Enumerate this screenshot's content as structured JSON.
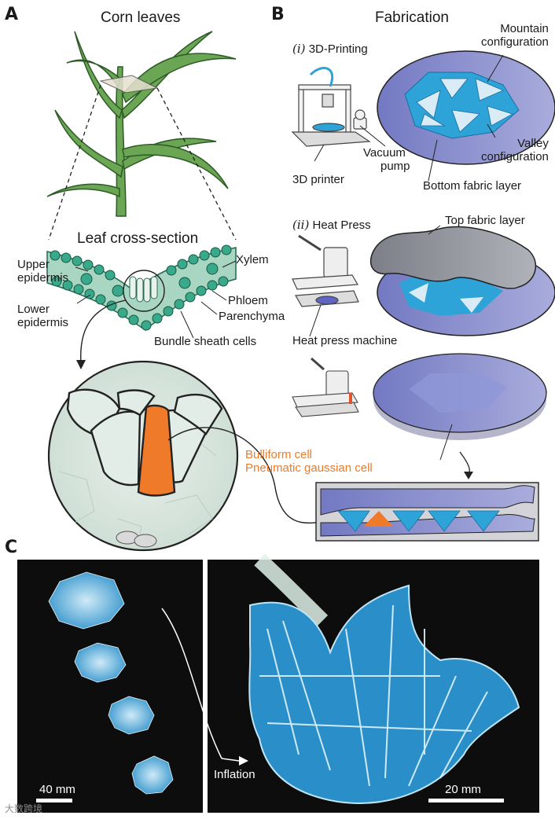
{
  "panels": {
    "a": "A",
    "b": "B",
    "c": "C"
  },
  "panel_a": {
    "title": "Corn leaves",
    "cross_section_title": "Leaf cross-section",
    "labels": {
      "upper_epidermis": [
        "Upper",
        "epidermis"
      ],
      "lower_epidermis": [
        "Lower",
        "epidermis"
      ],
      "xylem": "Xylem",
      "phloem": "Phloem",
      "parenchyma": "Parenchyma",
      "bundle_sheath": "Bundle sheath cells",
      "bulliform": "Bulliform cell",
      "pneumatic": "Pneumatic gaussian cell"
    }
  },
  "panel_b": {
    "title": "Fabrication",
    "step1_num": "(i)",
    "step1_label": "3D-Printing",
    "step2_num": "(ii)",
    "step2_label": "Heat Press",
    "labels": {
      "mountain": [
        "Mountain",
        "configuration"
      ],
      "valley": [
        "Valley",
        "configuration"
      ],
      "vacuum": [
        "Vacuum",
        "pump"
      ],
      "printer": "3D printer",
      "bottom_fabric": "Bottom fabric layer",
      "top_fabric": "Top fabric layer",
      "heat_press": "Heat press machine"
    }
  },
  "panel_c": {
    "scale_left": "40 mm",
    "scale_right": "20 mm",
    "inflation": "Inflation"
  },
  "watermark": "大数跨境",
  "colors": {
    "blue_fold": "#2ea3d8",
    "fabric_purple": "#7f86c9",
    "fabric_gray": "#8b8d96",
    "orange_cell": "#ee7a2a",
    "leaf_green": "#5a9c4a",
    "cell_teal": "#3aa88a"
  }
}
